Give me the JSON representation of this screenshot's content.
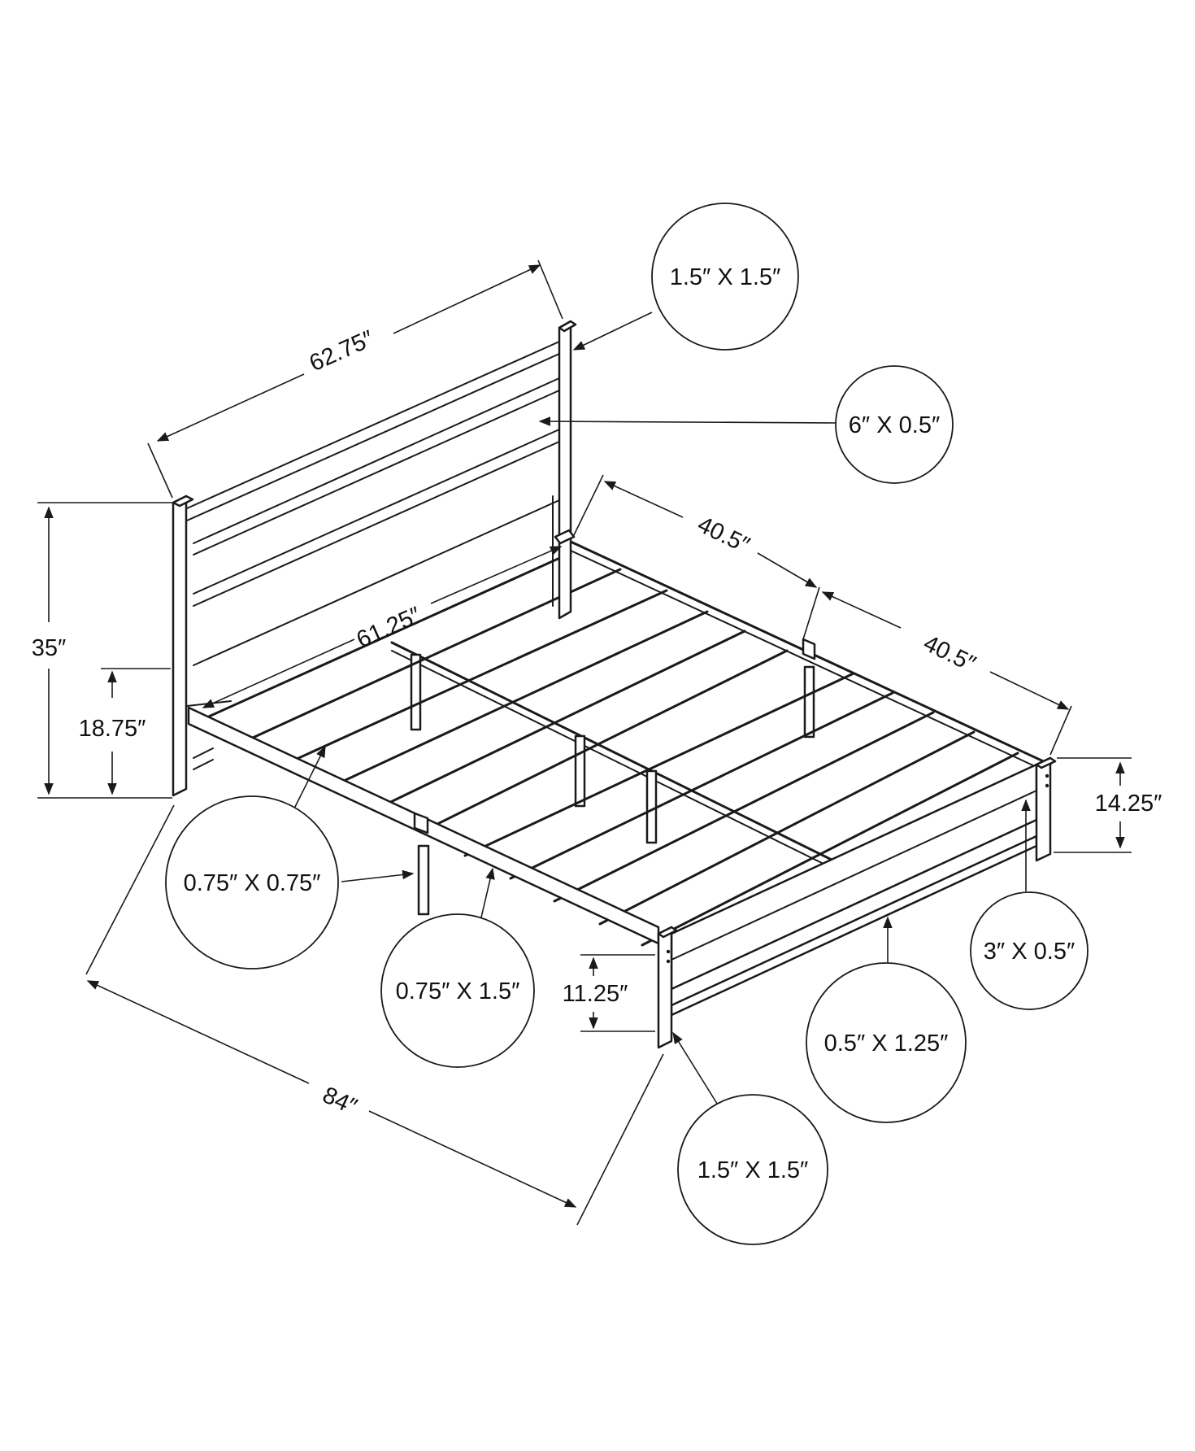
{
  "dimensions": {
    "headboard_width": "62.75″",
    "headboard_height": "35″",
    "headboard_rail_height": "18.75″",
    "inner_width": "61.25″",
    "side_half_front": "40.5″",
    "side_half_back": "40.5″",
    "overall_length": "84″",
    "footboard_height": "14.25″",
    "leg_clearance": "11.25″"
  },
  "callouts": {
    "headboard_post": "1.5″ X 1.5″",
    "headboard_panel": "6″ X 0.5″",
    "slat": "0.75″ X 0.75″",
    "side_rail": "0.75″ X 1.5″",
    "footboard_panel": "3″ X 0.5″",
    "footboard_bar": "0.5″ X 1.25″",
    "footboard_post": "1.5″ X 1.5″"
  }
}
